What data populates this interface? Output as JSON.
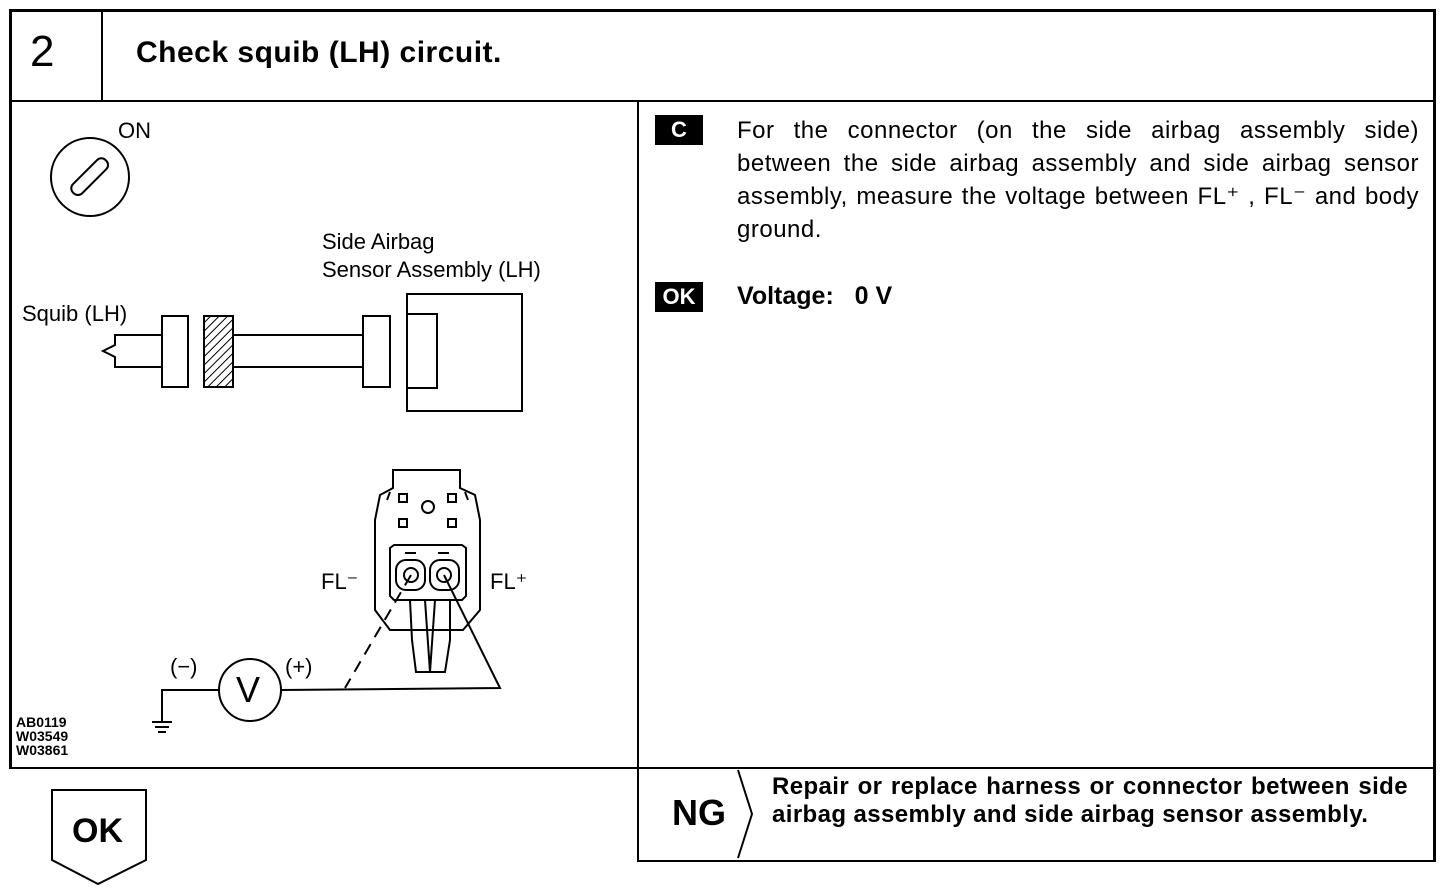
{
  "step": {
    "number": "2",
    "title": "Check squib (LH) circuit."
  },
  "figure": {
    "ignition_label": "ON",
    "sensor_label_line1": "Side Airbag",
    "sensor_label_line2": "Sensor Assembly (LH)",
    "squib_label": "Squib (LH)",
    "fl_minus_label": "FL⁻",
    "fl_plus_label": "FL⁺",
    "meter_minus": "(−)",
    "meter_plus": "(+)",
    "meter_symbol": "V",
    "codes": [
      "AB0119",
      "W03549",
      "W03861"
    ]
  },
  "instruction": {
    "badge": "C",
    "text": "For the connector (on the side airbag assembly side) between the side airbag assembly and side airbag sensor assembly, measure the voltage between FL⁺ , FL⁻ and body ground."
  },
  "spec": {
    "badge": "OK",
    "text": "Voltage:   0 V"
  },
  "ng": {
    "label": "NG",
    "text": "Repair or replace harness or connector between side airbag assembly and side airbag sensor assembly."
  },
  "ok": {
    "label": "OK"
  }
}
